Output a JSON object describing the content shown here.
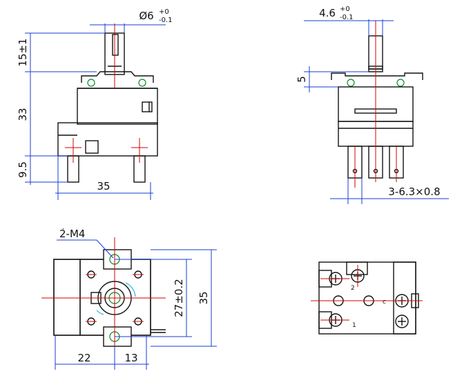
{
  "dimensions": {
    "shaft_diameter": "Ø6",
    "shaft_diameter_tol_upper": "+0",
    "shaft_diameter_tol_lower": "-0.1",
    "shaft_width": "4.6",
    "shaft_width_tol_upper": "+0",
    "shaft_width_tol_lower": "-0.1",
    "shaft_length": "15±1",
    "body_height": "33",
    "base_height": "9.5",
    "body_width": "35",
    "flat_height": "5",
    "terminals": "3-6.3×0.8",
    "mount_holes": "2-M4",
    "hole_spacing": "27±0.2",
    "mount_height": "35",
    "offset_left": "22",
    "offset_right": "13"
  },
  "terminal_marks": {
    "t1": "1",
    "t2": "2",
    "t3": "c"
  }
}
